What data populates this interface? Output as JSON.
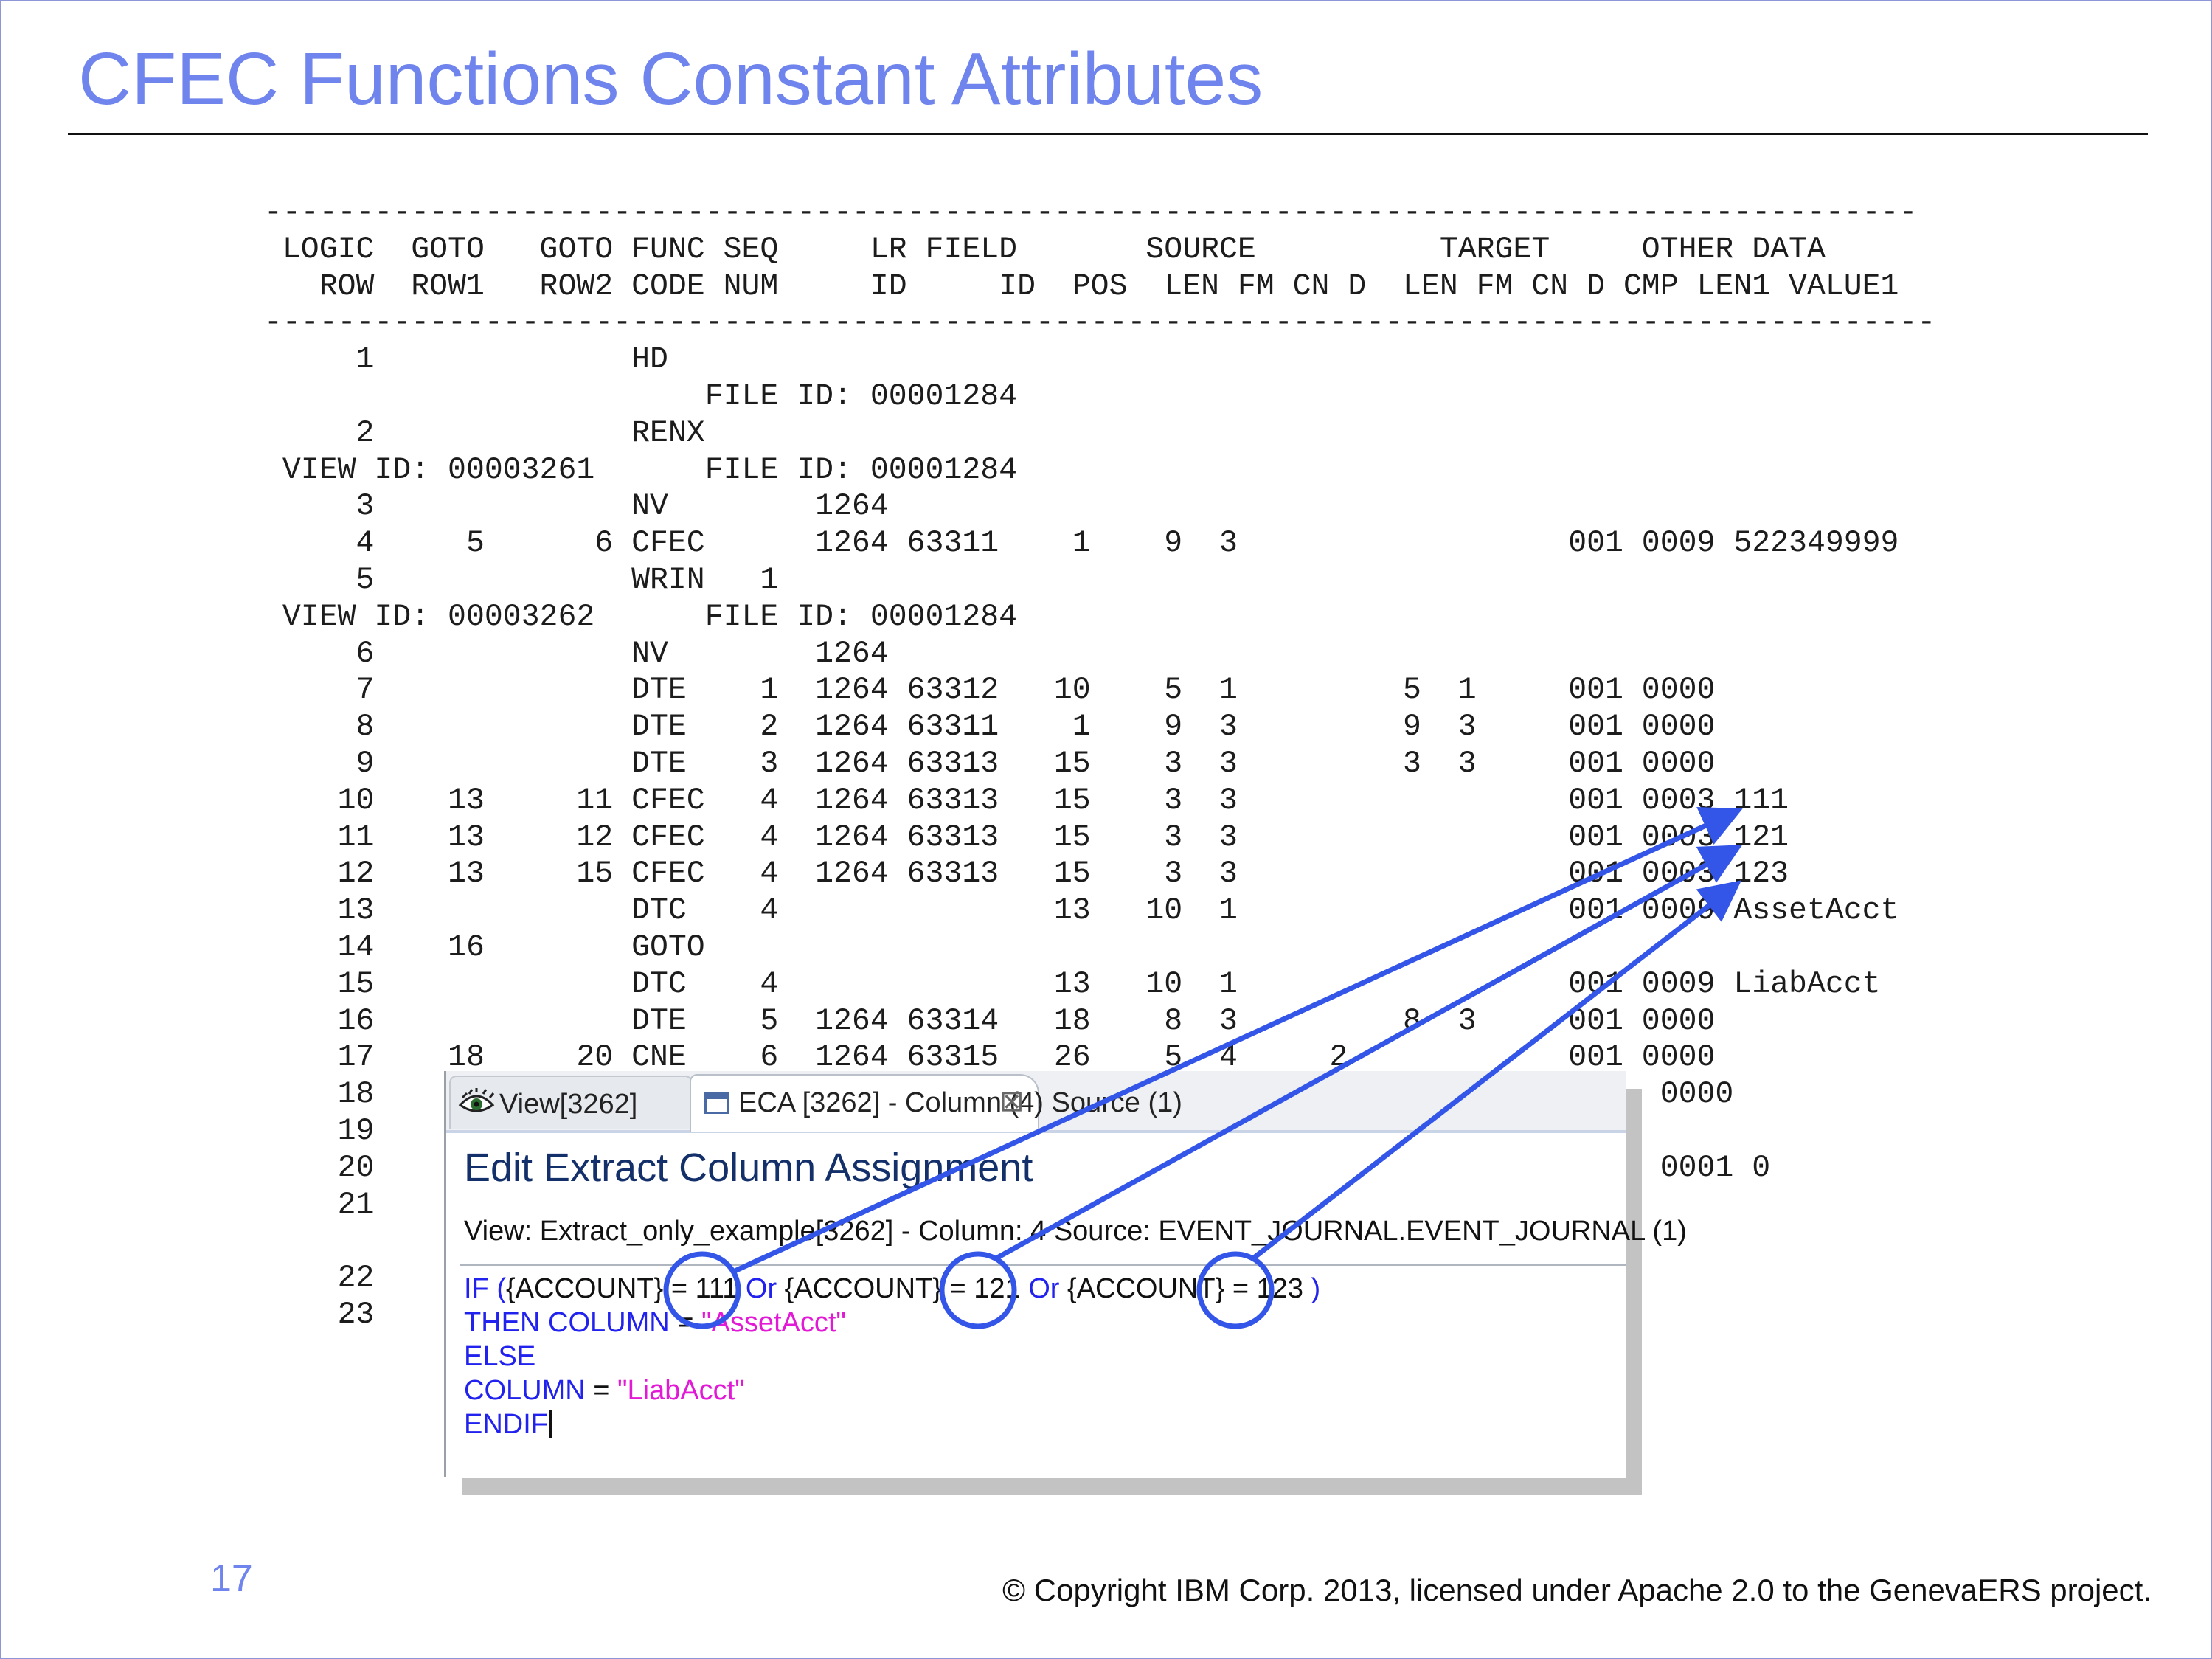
{
  "slide": {
    "title": "CFEC Functions Constant Attributes",
    "page_number": "17",
    "copyright": "© Copyright IBM Corp. 2013, licensed under Apache 2.0 to the GenevaERS project."
  },
  "listing": {
    "text": "------------------------------------------------------------------------------------------\n LOGIC  GOTO   GOTO FUNC SEQ     LR FIELD       SOURCE          TARGET     OTHER DATA\n   ROW  ROW1   ROW2 CODE NUM     ID     ID  POS  LEN FM CN D  LEN FM CN D CMP LEN1 VALUE1\n-------------------------------------------------------------------------------------------\n     1              HD\n                        FILE ID: 00001284\n     2              RENX\n VIEW ID: 00003261      FILE ID: 00001284\n     3              NV        1264\n     4     5      6 CFEC      1264 63311    1    9  3                  001 0009 522349999\n     5              WRIN   1\n VIEW ID: 00003262      FILE ID: 00001284\n     6              NV        1264\n     7              DTE    1  1264 63312   10    5  1         5  1     001 0000\n     8              DTE    2  1264 63311    1    9  3         9  3     001 0000\n     9              DTE    3  1264 63313   15    3  3         3  3     001 0000\n    10    13     11 CFEC   4  1264 63313   15    3  3                  001 0003 111\n    11    13     12 CFEC   4  1264 63313   15    3  3                  001 0003 121\n    12    13     15 CFEC   4  1264 63313   15    3  3                  001 0003 123\n    13              DTC    4               13   10  1                  001 0009 AssetAcct\n    14    16        GOTO\n    15              DTC    4               13   10  1                  001 0009 LiabAcct\n    16              DTE    5  1264 63314   18    8  3         8  3     001 0000\n    17    18     20 CNE    6  1264 63315   26    5  4     2            001 0000\n    18                                                                      0000\n    19\n    20                                                                      0001 0\n    21\n\n    22\n    23"
  },
  "eca_window": {
    "tabs": [
      {
        "label": "View[3262]",
        "icon": "eye-icon"
      },
      {
        "label": "ECA [3262] - Column (4) Source (1)",
        "icon": "editor-icon",
        "close": "⊠"
      }
    ],
    "heading": "Edit Extract Column Assignment",
    "view_line": "View: Extract_only_example[3262] - Column: 4 Source: EVENT_JOURNAL.EVENT_JOURNAL (1)",
    "code": {
      "line1": {
        "if": "IF (",
        "f1": "{ACCOUNT}",
        "eq1": " = ",
        "v1": "111",
        "or1": " Or ",
        "f2": "{ACCOUNT}",
        "eq2": " = ",
        "v2": "121",
        "or2": " Or ",
        "f3": "{ACCOUNT}",
        "eq3": " = ",
        "v3": "123",
        "close": " )"
      },
      "line2": {
        "kw": "THEN COLUMN",
        "eq": " = ",
        "str": "\"AssetAcct\""
      },
      "line3": {
        "kw": "ELSE"
      },
      "line4": {
        "kw": "COLUMN",
        "eq": " = ",
        "str": "\"LiabAcct\""
      },
      "line5": {
        "kw": "ENDIF"
      }
    }
  },
  "annotations": {
    "color": "#3355e8",
    "circled_values": [
      "111",
      "121",
      "123"
    ]
  }
}
